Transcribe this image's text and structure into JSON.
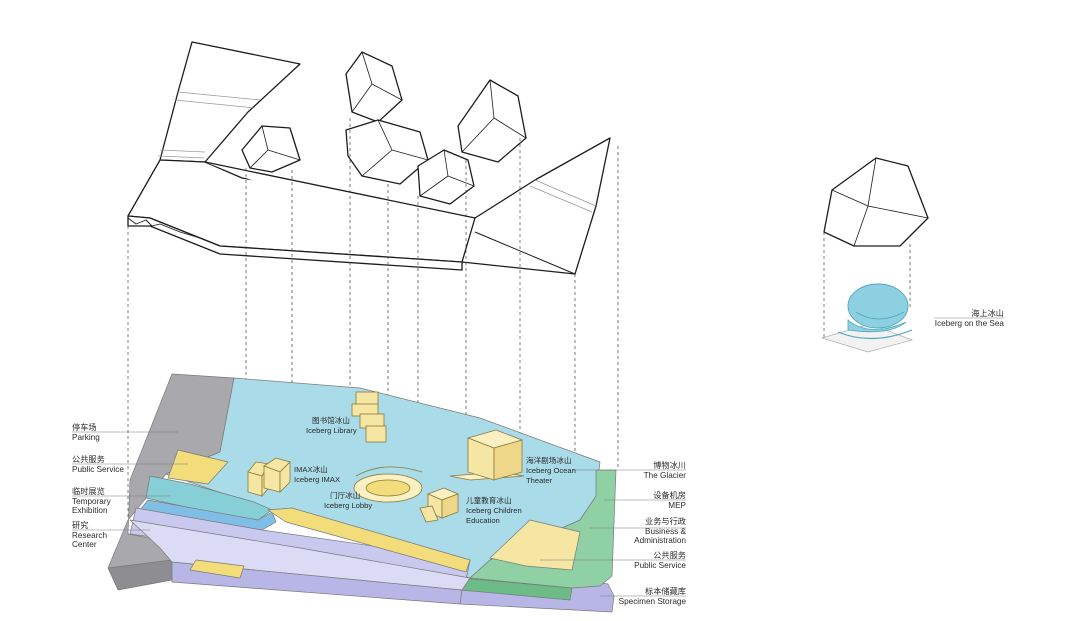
{
  "left_labels": [
    {
      "zh": "停车场",
      "en": [
        "Parking"
      ]
    },
    {
      "zh": "公共服务",
      "en": [
        "Public Service"
      ]
    },
    {
      "zh": "临时展览",
      "en": [
        "Temporary",
        "Exhibition"
      ]
    },
    {
      "zh": "研究",
      "en": [
        "Research",
        "Center"
      ]
    }
  ],
  "right_labels": [
    {
      "zh": "博物冰川",
      "en": [
        "The Glacier"
      ]
    },
    {
      "zh": "设备机房",
      "en": [
        "MEP"
      ]
    },
    {
      "zh": "业务与行政",
      "en": [
        "Business &",
        "Administration"
      ]
    },
    {
      "zh": "公共服务",
      "en": [
        "Public Service"
      ]
    },
    {
      "zh": "标本储藏库",
      "en": [
        "Specimen Storage"
      ]
    }
  ],
  "inner_labels": [
    {
      "zh": "图书馆冰山",
      "en": [
        "Iceberg Library"
      ]
    },
    {
      "zh": "IMAX冰山",
      "en": [
        "Iceberg IMAX"
      ]
    },
    {
      "zh": "门厅冰山",
      "en": [
        "Iceberg Lobby"
      ]
    },
    {
      "zh": "海洋剧场冰山",
      "en": [
        "Iceberg Ocean",
        "Theater"
      ]
    },
    {
      "zh": "儿童教育冰山",
      "en": [
        "Iceberg Children",
        "Education"
      ]
    }
  ],
  "sea_label": {
    "zh": "海上冰山",
    "en": [
      "Iceberg on the Sea"
    ]
  },
  "colors": {
    "water": "#a9dbe8",
    "pale_yellow": "#f5e6a3",
    "yellow": "#f3dc7a",
    "grey": "#a9a9ad",
    "lavender": "#c9c8ee",
    "green": "#8fd0a4",
    "teal": "#86cfd6",
    "blue": "#7fbfe6"
  }
}
